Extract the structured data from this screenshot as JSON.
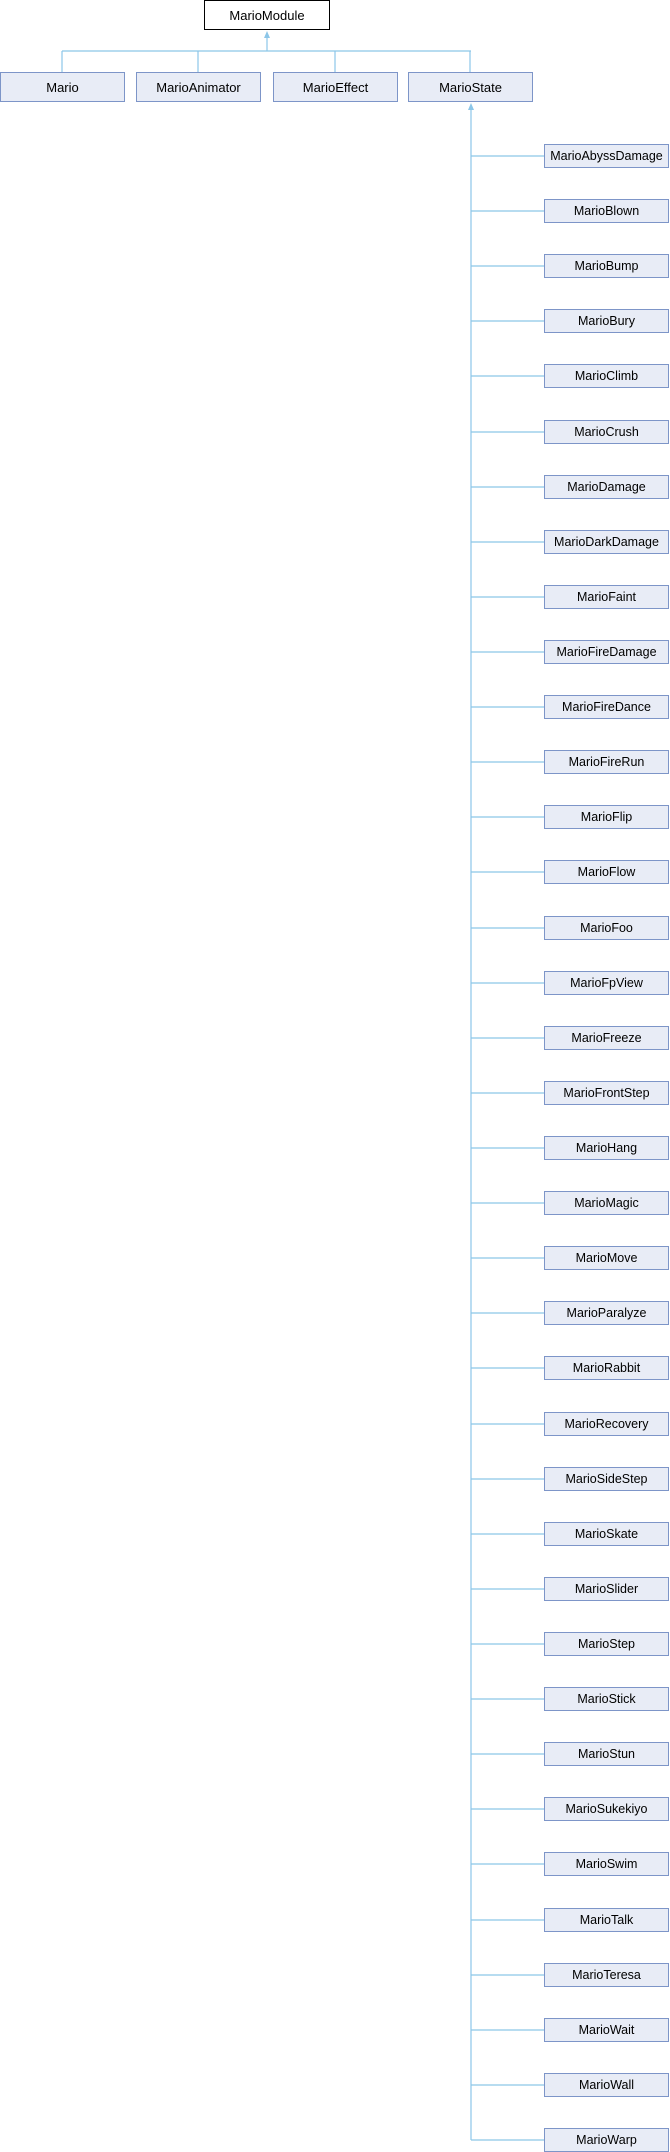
{
  "root": "MarioModule",
  "level1": [
    "Mario",
    "MarioAnimator",
    "MarioEffect",
    "MarioState"
  ],
  "state_children": [
    "MarioAbyssDamage",
    "MarioBlown",
    "MarioBump",
    "MarioBury",
    "MarioClimb",
    "MarioCrush",
    "MarioDamage",
    "MarioDarkDamage",
    "MarioFaint",
    "MarioFireDamage",
    "MarioFireDance",
    "MarioFireRun",
    "MarioFlip",
    "MarioFlow",
    "MarioFoo",
    "MarioFpView",
    "MarioFreeze",
    "MarioFrontStep",
    "MarioHang",
    "MarioMagic",
    "MarioMove",
    "MarioParalyze",
    "MarioRabbit",
    "MarioRecovery",
    "MarioSideStep",
    "MarioSkate",
    "MarioSlider",
    "MarioStep",
    "MarioStick",
    "MarioStun",
    "MarioSukekiyo",
    "MarioSwim",
    "MarioTalk",
    "MarioTeresa",
    "MarioWait",
    "MarioWall",
    "MarioWarp"
  ],
  "colors": {
    "edge": "#8cc6e8",
    "node_fill": "#e8ecf6",
    "node_border": "#7d95c8"
  }
}
